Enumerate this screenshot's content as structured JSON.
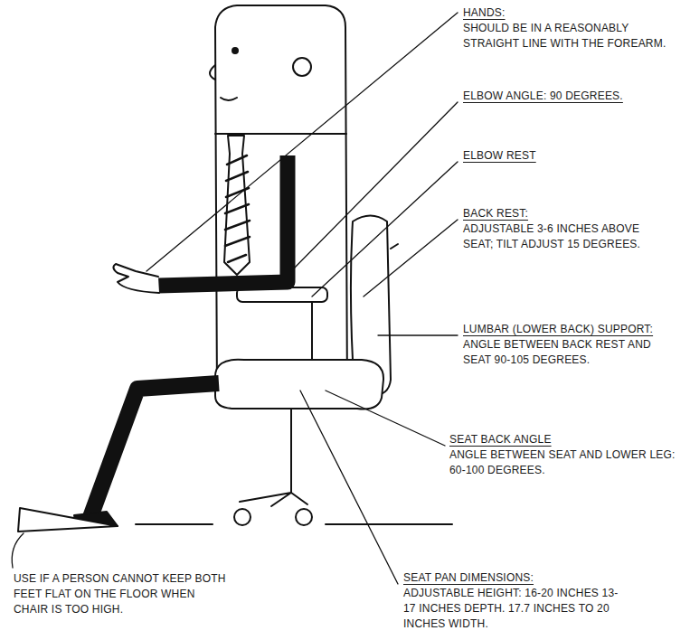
{
  "diagram": {
    "labels": [
      "HANDS:",
      "SHOULD BE IN A REASONABLY STRAIGHT LINE WITH THE FOREARM.",
      "ELBOW ANGLE: 90 DEGREES.",
      "ELBOW REST",
      "BACK REST:",
      "ADJUSTABLE 3-6 INCHES ABOVE SEAT; TILT ADJUST 15 DEGREES.",
      "LUMBAR (LOWER BACK) SUPPORT:",
      "ANGLE BETWEEN BACK REST AND SEAT 90-105 DEGREES.",
      "SEAT BACK ANGLE",
      "ANGLE BETWEEN SEAT AND LOWER LEG: 60-100 DEGREES.",
      "USE IF A PERSON CANNOT KEEP BOTH FEET FLAT ON THE FLOOR WHEN CHAIR IS TOO HIGH.",
      "SEAT PAN DIMENSIONS:",
      "ADJUSTABLE HEIGHT: 16-20 INCHES 13-17 INCHES DEPTH. 17.7 INCHES TO 20 INCHES WIDTH."
    ]
  }
}
